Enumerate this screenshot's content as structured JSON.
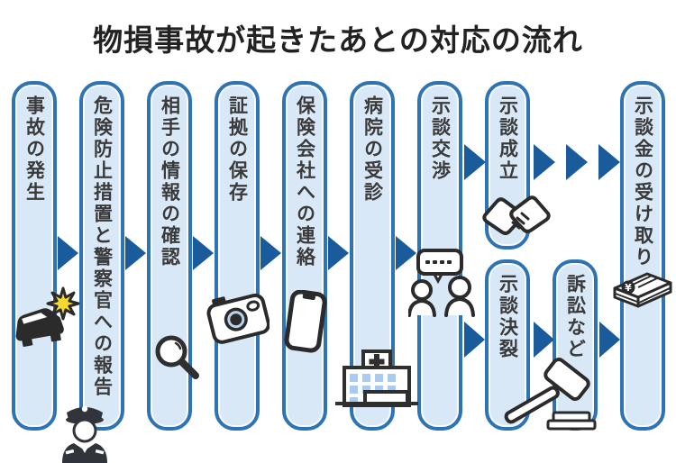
{
  "title": "物損事故が起きたあとの対応の流れ",
  "flow": {
    "steps": [
      {
        "label": "事故の発生",
        "icon": "crashed-car-icon"
      },
      {
        "label": "危険防止措置と警察官への報告",
        "icon": "police-officer-icon"
      },
      {
        "label": "相手の情報の確認",
        "icon": "magnifier-icon"
      },
      {
        "label": "証拠の保存",
        "icon": "camera-icon"
      },
      {
        "label": "保険会社への連絡",
        "icon": "smartphone-icon"
      },
      {
        "label": "病院の受診",
        "icon": "hospital-icon"
      },
      {
        "label": "示談交渉",
        "icon": "negotiation-icon"
      },
      {
        "label": "示談成立",
        "icon": "handshake-icon",
        "branch": "top"
      },
      {
        "label": "示談決裂",
        "icon": "",
        "branch": "bottom"
      },
      {
        "label": "訴訟など",
        "icon": "gavel-icon",
        "branch": "bottom"
      },
      {
        "label": "示談金の受け取り",
        "icon": "money-icon"
      }
    ]
  },
  "colors": {
    "column_fill": "#d9e8f7",
    "column_border": "#2e74b5",
    "arrow": "#1a5b9c",
    "text": "#3a3a3a",
    "crash_star": "#f7d832",
    "window_blue": "#abcbee"
  }
}
